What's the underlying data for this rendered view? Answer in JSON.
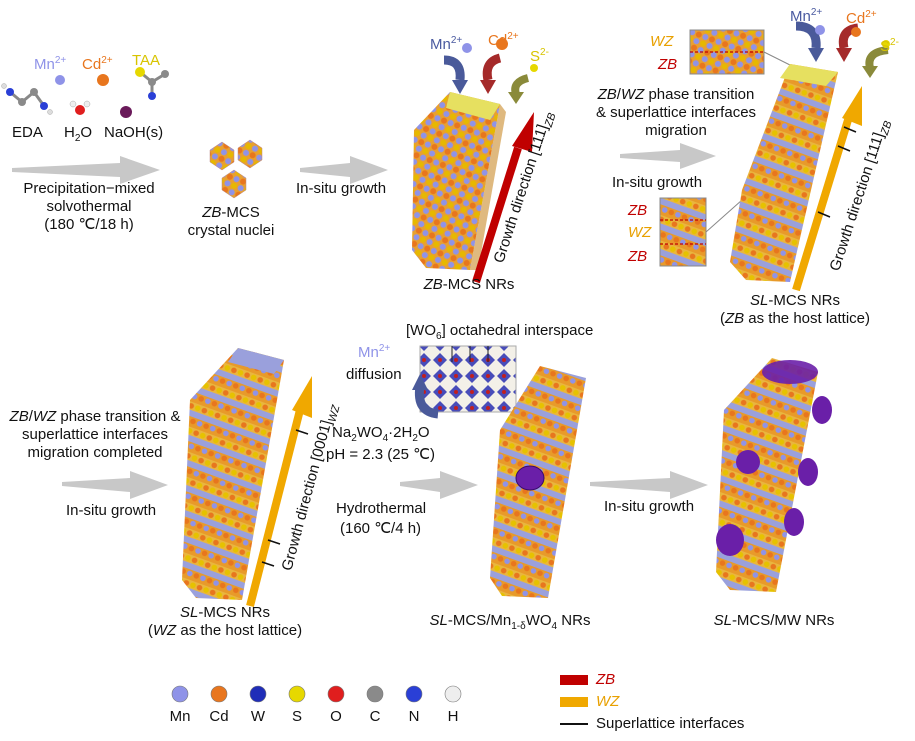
{
  "colors": {
    "mn": "#8f93e8",
    "cd": "#e8761e",
    "w": "#1f2db8",
    "s": "#e6d800",
    "o": "#e01e1e",
    "c": "#8a8a8a",
    "n": "#2a3fd6",
    "h": "#eeeeee",
    "zb": "#c00000",
    "wz": "#f0a800",
    "arrow": "#c8c8c8",
    "purple": "#6a1fa8"
  },
  "row1": {
    "precursors": {
      "mn": "Mn",
      "mn_sup": "2+",
      "cd": "Cd",
      "cd_sup": "2+",
      "taa": "TAA",
      "eda": "EDA",
      "h2o_h": "H",
      "h2o_sub": "2",
      "h2o_o": "O",
      "naoh": "NaOH(s)"
    },
    "step1": {
      "line1": "Precipitation−mixed",
      "line2": "solvothermal",
      "line3": "(180 ℃/18 h)"
    },
    "nuclei": {
      "prefix": "ZB",
      "suffix": "-MCS",
      "line2": "crystal nuclei"
    },
    "step2": {
      "label": "In-situ growth"
    },
    "zb_nrs": {
      "ions_mn": "Mn",
      "ions_mn_sup": "2+",
      "ions_cd": "Cd",
      "ions_cd_sup": "2+",
      "ions_s": "S",
      "ions_s_sup": "2-",
      "direction_text": "Growth direction [111]",
      "direction_sub": "ZB",
      "caption_prefix": "ZB",
      "caption_suffix": "-MCS NRs"
    },
    "step3": {
      "line1_a": "ZB",
      "line1_b": "/",
      "line1_c": "WZ",
      "line1_d": " phase transition",
      "line2": "& superlattice interfaces",
      "line3": "migration",
      "label": "In-situ growth",
      "inset_top": [
        "WZ",
        "ZB"
      ],
      "inset_bottom": [
        "ZB",
        "WZ",
        "ZB"
      ]
    },
    "sl_nrs": {
      "ions_mn": "Mn",
      "ions_mn_sup": "2+",
      "ions_cd": "Cd",
      "ions_cd_sup": "2+",
      "ions_s": "S",
      "ions_s_sup": "2-",
      "direction_text": "Growth direction [111]",
      "direction_sub": "ZB",
      "caption1_prefix": "SL",
      "caption1_suffix": "-MCS NRs",
      "caption2_a": "(",
      "caption2_b": "ZB",
      "caption2_c": " as the host lattice)"
    }
  },
  "row2": {
    "step4": {
      "line1_a": "ZB",
      "line1_b": "/",
      "line1_c": "WZ",
      "line1_d": " phase transition &",
      "line2": "superlattice interfaces",
      "line3": "migration completed",
      "label": "In-situ growth"
    },
    "wz_nrs": {
      "direction_text": "Growth direction [0001]",
      "direction_sub": "WZ",
      "caption1_prefix": "SL",
      "caption1_suffix": "-MCS NRs",
      "caption2_a": "(",
      "caption2_b": "WZ",
      "caption2_c": " as the host lattice)"
    },
    "step5": {
      "octa_a": "[WO",
      "octa_sub": "6",
      "octa_b": "] octahedral interspace",
      "mn_a": "Mn",
      "mn_sup": "2+",
      "diffusion": "diffusion",
      "reagent_a": "Na",
      "reagent_sub1": "2",
      "reagent_b": "WO",
      "reagent_sub2": "4",
      "reagent_c": "·2H",
      "reagent_sub3": "2",
      "reagent_d": "O",
      "ph": "pH = 2.3 (25 ℃)",
      "hydro1": "Hydrothermal",
      "hydro2": "(160 ℃/4 h)"
    },
    "mn_wo4_nrs": {
      "a": "SL",
      "b": "-MCS/Mn",
      "sub": "1-δ",
      "c": "WO",
      "sub2": "4",
      "d": " NRs"
    },
    "step6": {
      "label": "In-situ growth"
    },
    "final": {
      "prefix": "SL",
      "suffix": "-MCS/MW NRs"
    }
  },
  "legend": {
    "atoms": [
      {
        "symbol": "Mn",
        "icon": "mn-atom-icon",
        "color": "#8f93e8"
      },
      {
        "symbol": "Cd",
        "icon": "cd-atom-icon",
        "color": "#e8761e"
      },
      {
        "symbol": "W",
        "icon": "w-atom-icon",
        "color": "#1f2db8"
      },
      {
        "symbol": "S",
        "icon": "s-atom-icon",
        "color": "#e6d800"
      },
      {
        "symbol": "O",
        "icon": "o-atom-icon",
        "color": "#e01e1e"
      },
      {
        "symbol": "C",
        "icon": "c-atom-icon",
        "color": "#8a8a8a"
      },
      {
        "symbol": "N",
        "icon": "n-atom-icon",
        "color": "#2a3fd6"
      },
      {
        "symbol": "H",
        "icon": "h-atom-icon",
        "color": "#eeeeee"
      }
    ],
    "zb": "ZB",
    "wz": "WZ",
    "interfaces": "Superlattice interfaces"
  }
}
